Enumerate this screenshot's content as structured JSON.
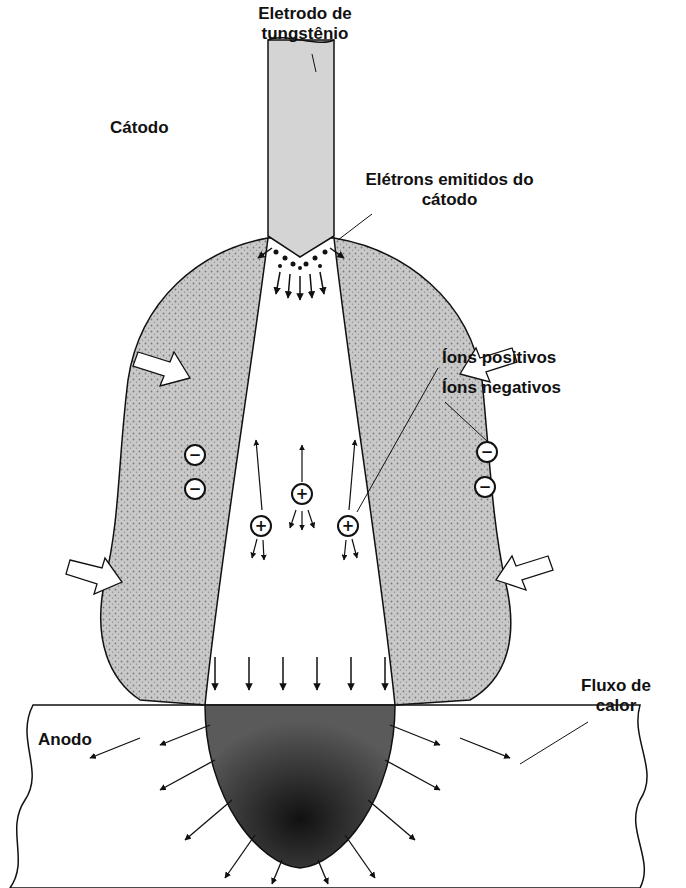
{
  "diagram": {
    "nodes": [
      {
        "text": [
          "−"
        ]
      },
      {
        "text": [
          "−"
        ]
      },
      {
        "text": [
          "+"
        ]
      },
      {
        "text": [
          "−"
        ]
      },
      {
        "text": [
          "−"
        ]
      },
      {
        "text": [
          "+"
        ]
      },
      {
        "text": [
          "+"
        ]
      }
    ],
    "labels": [
      "Eletrodo de tungstênio",
      "Cátodo",
      "Elétrons emitidos do cátodo",
      "Íons positivos",
      "Íons negativos",
      "Anodo",
      "Fluxo de calor"
    ]
  }
}
